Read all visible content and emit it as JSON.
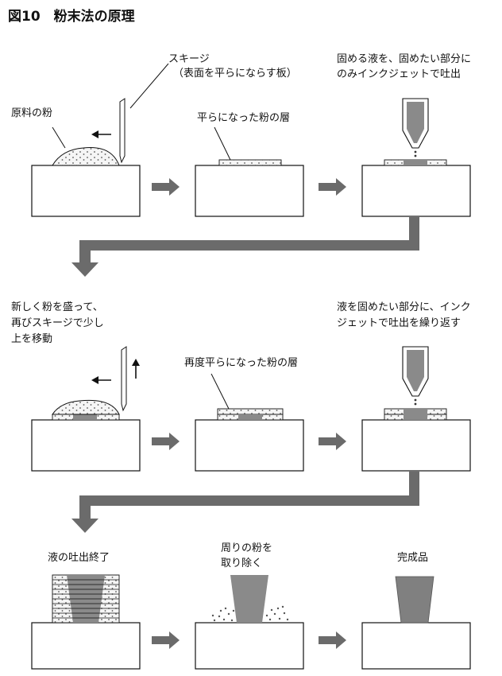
{
  "title": "図10　粉末法の原理",
  "colors": {
    "line": "#111111",
    "arrow": "#6b6b6b",
    "liquid": "#8a8a8a",
    "powder_fill": "#f5f5f5",
    "powder_dot": "#555555",
    "product": "#808080"
  },
  "icons": [
    "squeegee-icon",
    "inkjet-head-icon",
    "process-arrow-icon",
    "up-arrow-icon",
    "left-arrow-icon"
  ],
  "labels": {
    "squeegee_line1": "スキージ",
    "squeegee_line2": "（表面を平らにならす板）",
    "raw_powder": "原料の粉",
    "flat_layer": "平らになった粉の層",
    "inkjet_line1": "固める液を、固めたい部分に",
    "inkjet_line2": "のみインクジェットで吐出",
    "add_powder_line1": "新しく粉を盛って、",
    "add_powder_line2": "再びスキージで少し",
    "add_powder_line3": "上を移動",
    "flat_layer_again": "再度平らになった粉の層",
    "repeat_line1": "液を固めたい部分に、インク",
    "repeat_line2": "ジェットで吐出を繰り返す",
    "finish": "液の吐出終了",
    "remove_line1": "周りの粉を",
    "remove_line2": "取り除く",
    "product": "完成品"
  }
}
